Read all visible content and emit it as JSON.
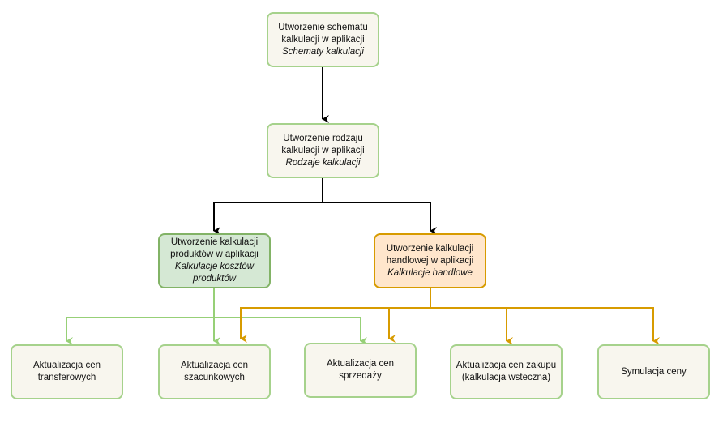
{
  "nodes": {
    "schemat": {
      "line1": "Utworzenie schematu",
      "line2": "kalkulacji w aplikacji",
      "app": "Schematy kalkulacji"
    },
    "rodzaj": {
      "line1": "Utworzenie rodzaju",
      "line2": "kalkulacji w aplikacji",
      "app": "Rodzaje kalkulacji"
    },
    "produktow": {
      "line1": "Utworzenie kalkulacji",
      "line2": "produktów w aplikacji",
      "app1": "Kalkulacje kosztów",
      "app2": "produktów"
    },
    "handlowa": {
      "line1": "Utworzenie kalkulacji",
      "line2": "handlowej w aplikacji",
      "app": "Kalkulacje handlowe"
    },
    "transferowe": {
      "line1": "Aktualizacja cen",
      "line2": "transferowych"
    },
    "szacunkowe": {
      "line1": "Aktualizacja cen",
      "line2": "szacunkowych"
    },
    "sprzedazy": {
      "line1": "Aktualizacja cen",
      "line2": "sprzedaży"
    },
    "zakupu": {
      "line1": "Aktualizacja cen zakupu",
      "line2": "(kalkulacja wsteczna)"
    },
    "symulacja": {
      "line1": "Symulacja ceny"
    }
  },
  "colors": {
    "black_edge": "#000000",
    "green_edge": "#97d077",
    "orange_edge": "#d79b00"
  }
}
